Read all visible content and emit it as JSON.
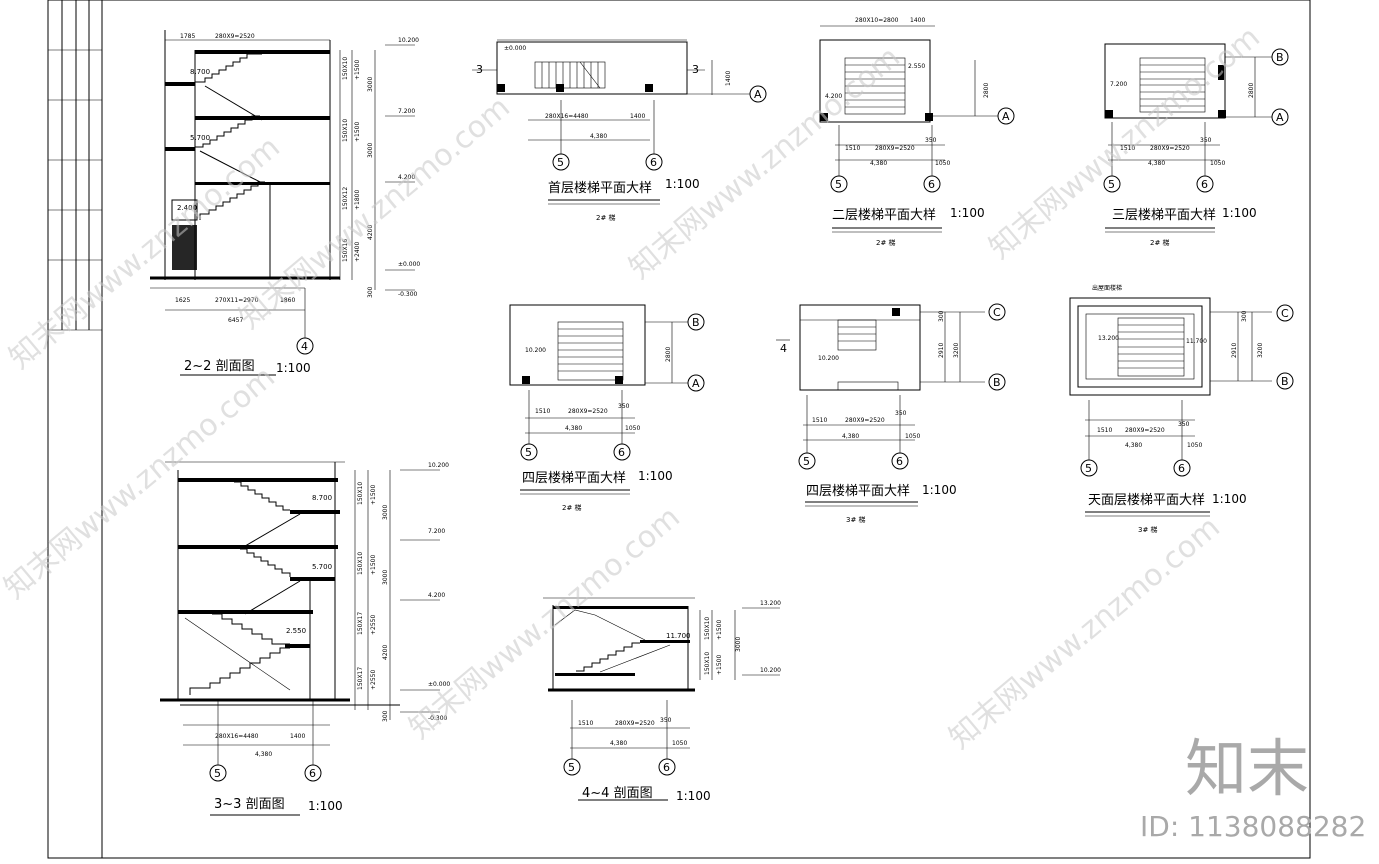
{
  "sections": {
    "s22": {
      "title": "2~2  剖面图",
      "scale": "1:100",
      "axis": "4",
      "dims_top": [
        "1785",
        "280X9=2520"
      ],
      "dims_bottom": [
        "1625",
        "270X11=2970",
        "1860"
      ],
      "total": "6457",
      "elevs": [
        "10.200",
        "7.200",
        "4.200",
        "±0.000",
        "-0.300"
      ],
      "landings": [
        "8.700",
        "5.700",
        "2.400"
      ],
      "risers": [
        "150X10",
        "+1500",
        "3000",
        "150X10",
        "+1500",
        "3000",
        "150X12",
        "+1800",
        "150X16",
        "+2400",
        "4200",
        "300"
      ]
    },
    "s33": {
      "title": "3~3  剖面图",
      "scale": "1:100",
      "axes": [
        "5",
        "6"
      ],
      "dims": [
        "280X16=4480",
        "1400",
        "4,380"
      ],
      "elevs": [
        "10.200",
        "7.200",
        "4.200",
        "±0.000",
        "-0.300"
      ],
      "landings": [
        "8.700",
        "5.700",
        "2.550"
      ],
      "risers": [
        "150X10",
        "+1500",
        "3000",
        "150X10",
        "+1500",
        "3000",
        "150X17",
        "+2550",
        "4200",
        "150X17",
        "+2550",
        "300"
      ]
    },
    "s44": {
      "title": "4~4  剖面图",
      "scale": "1:100",
      "axes": [
        "5",
        "6"
      ],
      "dims": [
        "1510",
        "280X9=2520",
        "350",
        "4,380",
        "1050"
      ],
      "elevs": [
        "13.200",
        "11.700",
        "10.200"
      ],
      "risers": [
        "150X10",
        "+1500",
        "3000",
        "150X10",
        "+1500"
      ]
    }
  },
  "plans": {
    "p1": {
      "title": "首层楼梯平面大样",
      "scale": "1:100",
      "sub": "2# 梯",
      "axes": [
        "5",
        "6",
        "A"
      ],
      "cut": "3",
      "dims": [
        "280X16=4480",
        "1400",
        "4,380",
        "1400"
      ],
      "label": "±0.000"
    },
    "p2": {
      "title": "二层楼梯平面大样",
      "scale": "1:100",
      "sub": "2# 梯",
      "axes": [
        "5",
        "6",
        "A"
      ],
      "dims_top": [
        "280X10=2800",
        "1400"
      ],
      "dims": [
        "1510",
        "280X9=2520",
        "350",
        "4,380",
        "1050",
        "2800"
      ],
      "labels": [
        "4.200",
        "2.550"
      ]
    },
    "p3": {
      "title": "三层楼梯平面大样",
      "scale": "1:100",
      "sub": "2# 梯",
      "axes": [
        "5",
        "6",
        "A",
        "B"
      ],
      "dims": [
        "1510",
        "280X9=2520",
        "350",
        "4,380",
        "1050",
        "2800"
      ],
      "labels": [
        "7.200"
      ]
    },
    "p4": {
      "title": "四层楼梯平面大样",
      "scale": "1:100",
      "sub": "2# 梯",
      "axes": [
        "5",
        "6",
        "A",
        "B"
      ],
      "dims": [
        "1510",
        "280X9=2520",
        "350",
        "4,380",
        "1050",
        "2800"
      ],
      "labels": [
        "10.200"
      ]
    },
    "p5": {
      "title": "四层楼梯平面大样",
      "scale": "1:100",
      "sub": "3# 梯",
      "axes": [
        "5",
        "6",
        "B",
        "C"
      ],
      "cut": "4",
      "dims": [
        "1510",
        "280X9=2520",
        "350",
        "4,380",
        "1050",
        "2910",
        "3200",
        "300"
      ],
      "labels": [
        "10.200"
      ]
    },
    "p6": {
      "title": "天面层楼梯平面大样",
      "scale": "1:100",
      "sub": "3# 梯",
      "axes": [
        "5",
        "6",
        "B",
        "C"
      ],
      "dims": [
        "1510",
        "280X9=2520",
        "350",
        "4,380",
        "1050",
        "2910",
        "3200",
        "300"
      ],
      "labels": [
        "13.200",
        "11.700",
        "出屋面楼梯"
      ]
    }
  },
  "watermark": {
    "text": "知末网www.znzmo.com",
    "logo": "知末",
    "id": "ID: 1138088282"
  }
}
